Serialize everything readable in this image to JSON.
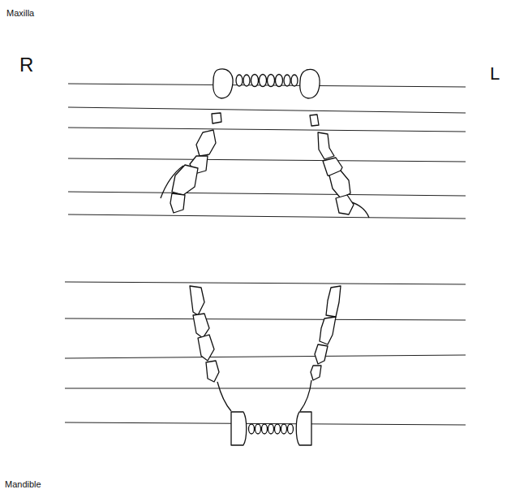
{
  "diagram": {
    "labels": [
      "Maxilla",
      "R",
      "L",
      "Mandible"
    ]
  }
}
